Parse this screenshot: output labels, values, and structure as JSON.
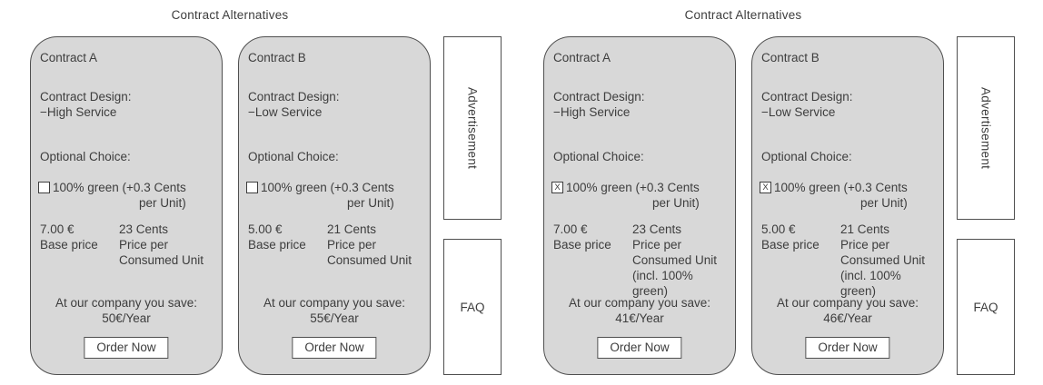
{
  "colors": {
    "card_bg": "#d8d8d8",
    "border": "#4f4f4f",
    "text": "#3d3d3d",
    "box_bg": "#ffffff"
  },
  "panels": [
    {
      "title": "Contract Alternatives",
      "advertisement_label": "Advertisement",
      "faq_label": "FAQ",
      "cards": [
        {
          "name": "Contract A",
          "design_label": "Contract Design:",
          "design_value": "−High Service",
          "optional_label": "Optional Choice:",
          "green_option": {
            "checked": false,
            "mark": "",
            "line1": "100% green (+0.3 Cents",
            "line2": "per Unit)"
          },
          "base_price": "7.00 €",
          "base_price_label": "Base price",
          "unit_price": "23 Cents",
          "unit_price_label1": "Price per",
          "unit_price_label2": "Consumed Unit",
          "unit_price_label3": "",
          "save_line1": "At our company you save:",
          "save_amount": "50€/Year",
          "order_label": "Order Now"
        },
        {
          "name": "Contract B",
          "design_label": "Contract Design:",
          "design_value": "−Low Service",
          "optional_label": "Optional Choice:",
          "green_option": {
            "checked": false,
            "mark": "",
            "line1": "100% green (+0.3 Cents",
            "line2": "per Unit)"
          },
          "base_price": "5.00 €",
          "base_price_label": "Base price",
          "unit_price": "21 Cents",
          "unit_price_label1": "Price per",
          "unit_price_label2": "Consumed Unit",
          "unit_price_label3": "",
          "save_line1": "At our company you save:",
          "save_amount": "55€/Year",
          "order_label": "Order Now"
        }
      ]
    },
    {
      "title": "Contract Alternatives",
      "advertisement_label": "Advertisement",
      "faq_label": "FAQ",
      "cards": [
        {
          "name": "Contract A",
          "design_label": "Contract Design:",
          "design_value": "−High Service",
          "optional_label": "Optional Choice:",
          "green_option": {
            "checked": true,
            "mark": "X",
            "line1": "100% green (+0.3 Cents",
            "line2": "per Unit)"
          },
          "base_price": "7.00 €",
          "base_price_label": "Base price",
          "unit_price": "23 Cents",
          "unit_price_label1": "Price per",
          "unit_price_label2": "Consumed Unit",
          "unit_price_label3": "(incl. 100% green)",
          "save_line1": "At our company you save:",
          "save_amount": "41€/Year",
          "order_label": "Order Now"
        },
        {
          "name": "Contract B",
          "design_label": "Contract Design:",
          "design_value": "−Low Service",
          "optional_label": "Optional Choice:",
          "green_option": {
            "checked": true,
            "mark": "X",
            "line1": "100% green (+0.3 Cents",
            "line2": "per Unit)"
          },
          "base_price": "5.00 €",
          "base_price_label": "Base price",
          "unit_price": "21 Cents",
          "unit_price_label1": "Price per",
          "unit_price_label2": "Consumed Unit",
          "unit_price_label3": "(incl. 100% green)",
          "save_line1": "At our company you save:",
          "save_amount": "46€/Year",
          "order_label": "Order Now"
        }
      ]
    }
  ]
}
